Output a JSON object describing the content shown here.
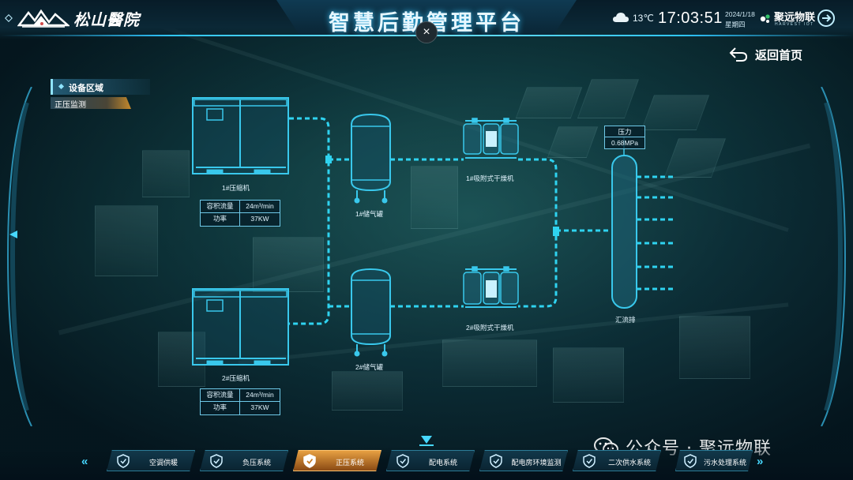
{
  "header": {
    "logo_text": "松山醫院",
    "title": "智慧后勤管理平台",
    "temperature": "13℃",
    "time": "17:03:51",
    "date": "2024/1/18",
    "weekday": "星期四",
    "brand_name": "聚远物联",
    "brand_sub": "HARVEST IOT",
    "close_symbol": "×"
  },
  "nav_back": {
    "label": "返回首页"
  },
  "device_panel": {
    "title": "设备区域",
    "selected_item": "正压监测"
  },
  "diagram": {
    "compressors": [
      {
        "name": "1#压缩机",
        "specs": [
          {
            "key": "容积流量",
            "value": "24m³/min"
          },
          {
            "key": "功率",
            "value": "37KW"
          }
        ]
      },
      {
        "name": "2#压缩机",
        "specs": [
          {
            "key": "容积流量",
            "value": "24m³/min"
          },
          {
            "key": "功率",
            "value": "37KW"
          }
        ]
      }
    ],
    "tanks": [
      {
        "name": "1#储气罐"
      },
      {
        "name": "2#储气罐"
      }
    ],
    "dryers": [
      {
        "name": "1#吸附式干燥机"
      },
      {
        "name": "2#吸附式干燥机"
      }
    ],
    "manifold": {
      "name": "汇流排",
      "pressure_label": "压力",
      "pressure_value": "0.68MPa"
    },
    "pipe_color": "#2fd3f0",
    "equipment_color": "#39c8ec"
  },
  "bottom_nav": {
    "items": [
      {
        "label": "空调供暖",
        "active": false
      },
      {
        "label": "负压系统",
        "active": false
      },
      {
        "label": "正压系统",
        "active": true
      },
      {
        "label": "配电系统",
        "active": false
      },
      {
        "label": "配电房环境监测",
        "active": false
      },
      {
        "label": "二次供水系统",
        "active": false
      },
      {
        "label": "污水处理系统",
        "active": false
      }
    ],
    "prev_arrows": "«",
    "next_arrows": "»"
  },
  "watermark": {
    "text": "公众号 · 聚远物联"
  },
  "colors": {
    "accent": "#2fc6ff",
    "active_tab": "#e7a042",
    "background": "#04141c"
  }
}
